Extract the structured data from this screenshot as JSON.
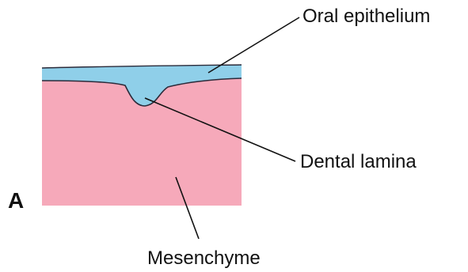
{
  "panel_letter": "A",
  "labels": {
    "oral_epithelium": "Oral epithelium",
    "dental_lamina": "Dental lamina",
    "mesenchyme": "Mesenchyme"
  },
  "colors": {
    "epithelium": "#8fcfe9",
    "mesenchyme": "#f6a9ba",
    "outline": "#2b2b3a",
    "leader_line": "#111111",
    "text": "#111111"
  }
}
